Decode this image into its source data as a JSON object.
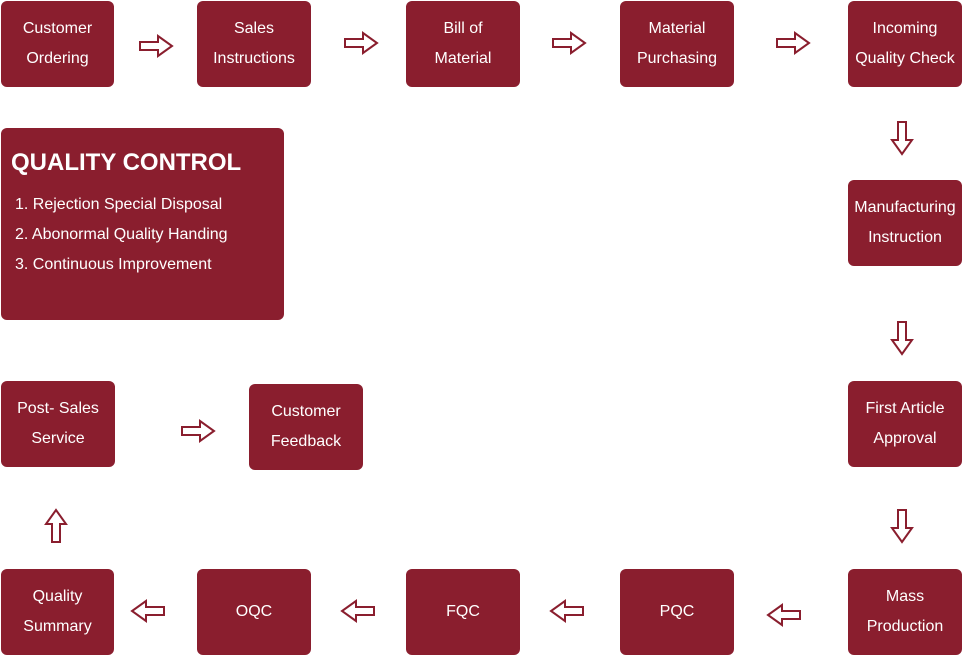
{
  "nodes": {
    "customer_ordering": "Customer\nOrdering",
    "sales_instructions": "Sales\nInstructions",
    "bill_of_material": "Bill of\nMaterial",
    "material_purchasing": "Material\nPurchasing",
    "incoming_quality_check": "Incoming\nQuality Check",
    "manufacturing_instruction": "Manufacturing\nInstruction",
    "first_article_approval": "First Article\nApproval",
    "mass_production": "Mass\nProduction",
    "pqc": "PQC",
    "fqc": "FQC",
    "oqc": "OQC",
    "quality_summary": "Quality\nSummary",
    "post_sales_service": "Post- Sales\nService",
    "customer_feedback": "Customer\nFeedback"
  },
  "quality_control": {
    "title": "QUALITY CONTROL",
    "items": [
      "1. Rejection Special Disposal",
      "2. Abonormal Quality Handing",
      "3. Continuous Improvement"
    ]
  },
  "colors": {
    "box_fill": "#8a1e2e",
    "box_text": "#ffffff",
    "arrow_stroke": "#8a1e2e",
    "background": "#ffffff"
  }
}
